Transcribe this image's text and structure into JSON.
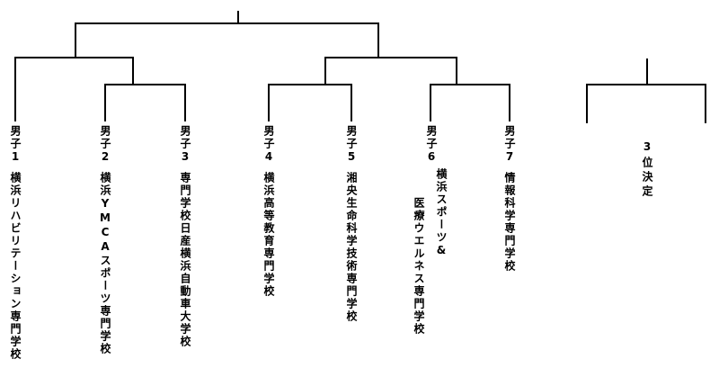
{
  "colors": {
    "background": "#ffffff",
    "line": "#000000",
    "text": "#000000"
  },
  "bracket": {
    "teams": [
      {
        "seed": "男子1",
        "name": "横浜リハビリテーション専門学校"
      },
      {
        "seed": "男子2",
        "name": "横浜YMCAスポーツ専門学校"
      },
      {
        "seed": "男子3",
        "name": "専門学校日産横浜自動車大学校"
      },
      {
        "seed": "男子4",
        "name": "横浜高等教育専門学校"
      },
      {
        "seed": "男子5",
        "name": "湘央生命科学技術専門学校"
      },
      {
        "seed": "男子6",
        "name": "横浜スポーツ&医療ウエルネス専門学校",
        "name_lines": [
          "横浜スポーツ&",
          "医療ウエルネス専門学校"
        ]
      },
      {
        "seed": "男子7",
        "name": "情報科学専門学校"
      }
    ],
    "third_place_label": "3位決定"
  }
}
